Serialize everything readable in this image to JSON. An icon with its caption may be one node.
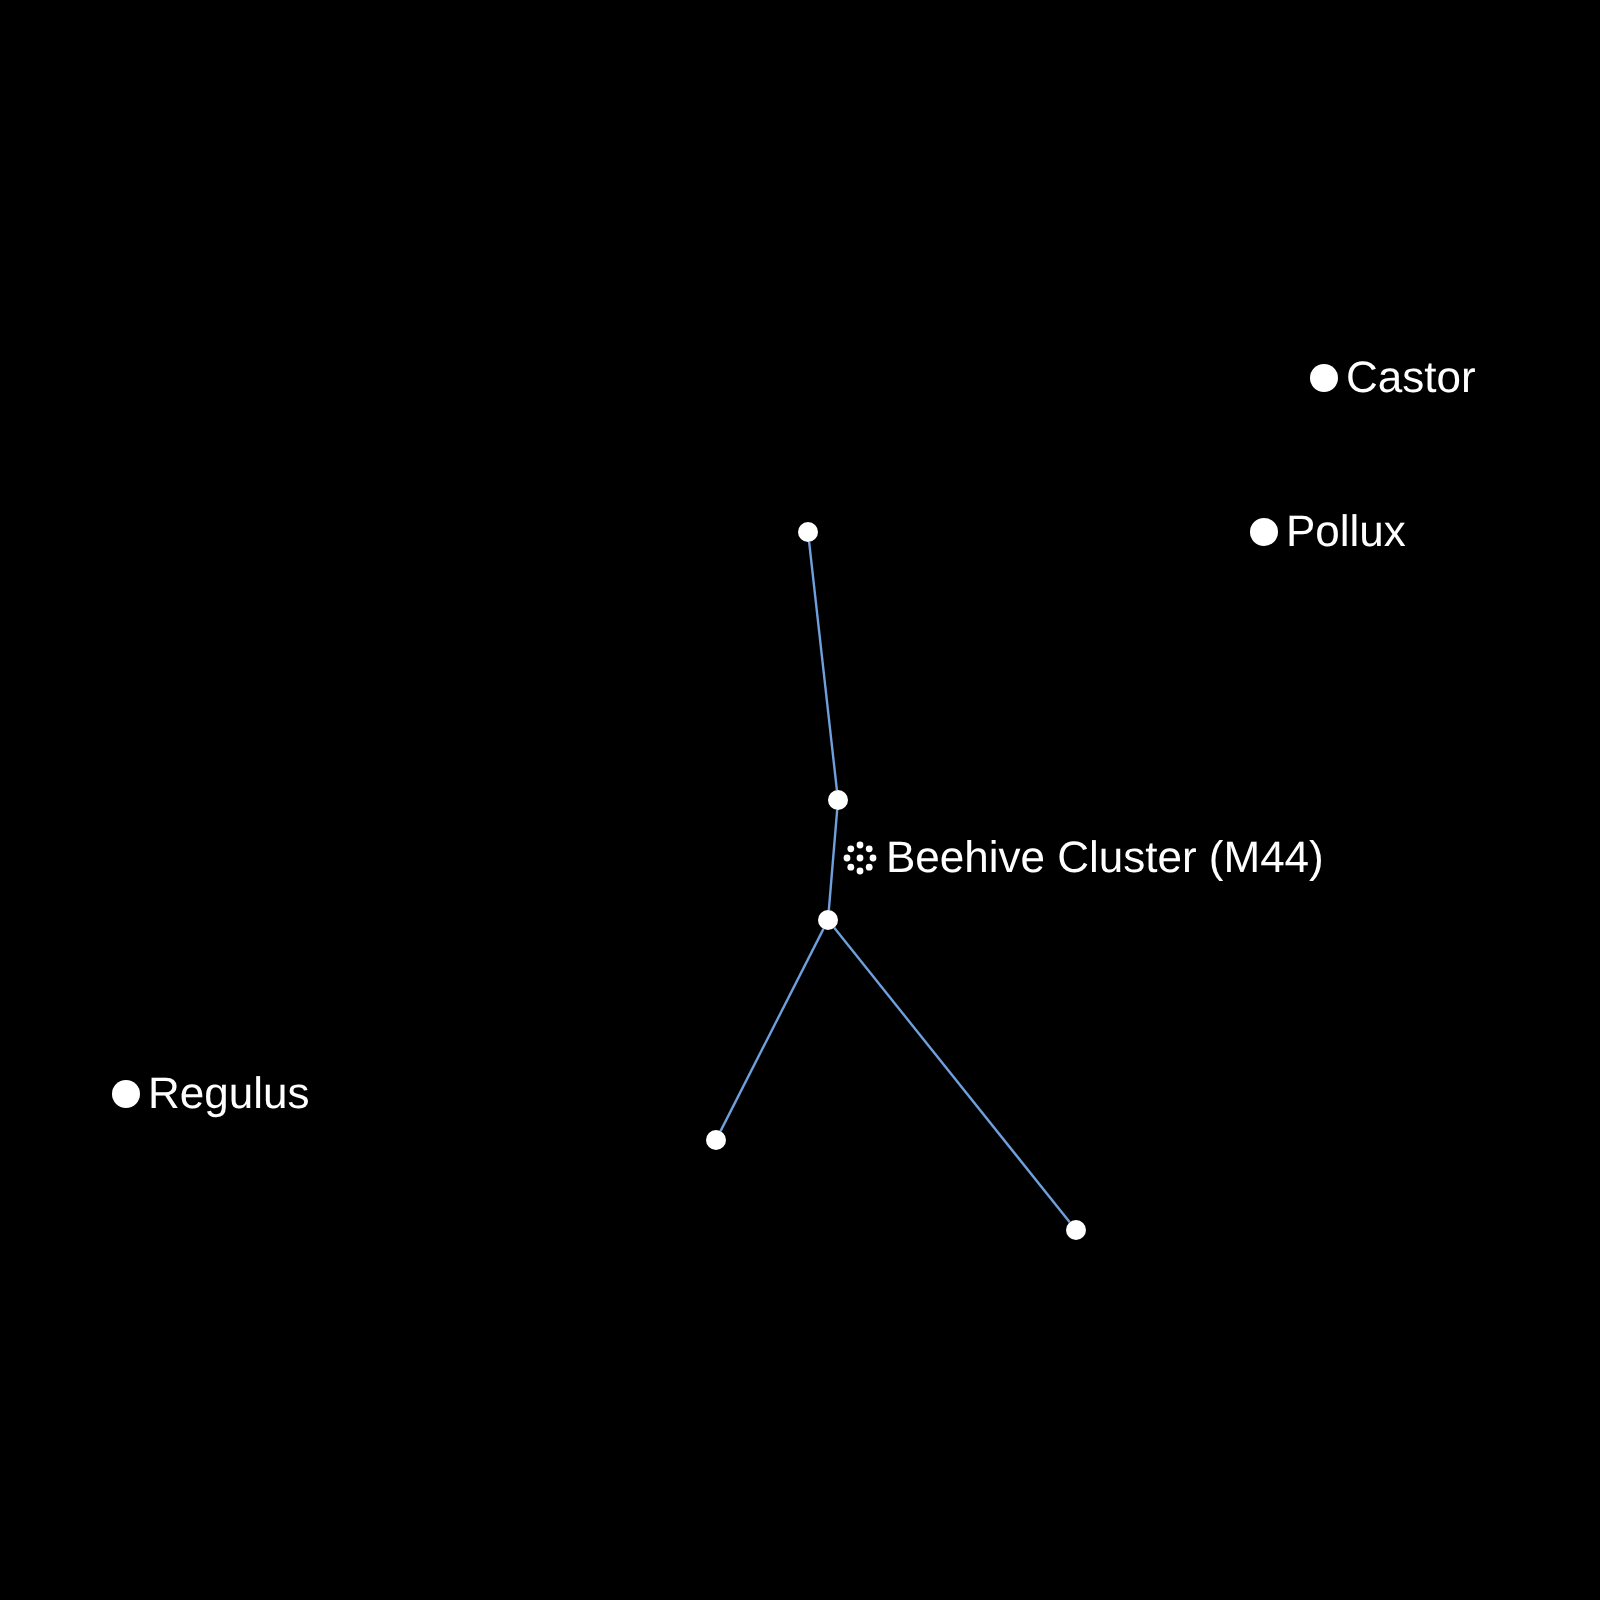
{
  "diagram": {
    "nodes": [
      {
        "text": [
          "Castor"
        ]
      },
      {
        "text": [
          "Pollux"
        ]
      },
      {
        "text": [],
        "shape": "circle"
      },
      {
        "text": [],
        "shape": "circle"
      },
      {
        "text": [
          "Beehive Cluster (M44)"
        ]
      },
      {
        "text": [],
        "shape": "circle"
      },
      {
        "text": [
          "Regulus"
        ]
      },
      {
        "text": [],
        "shape": "circle"
      },
      {
        "text": [],
        "shape": "circle"
      }
    ],
    "edges": [
      {
        "from": 2,
        "to": 3,
        "arrow": "none"
      },
      {
        "from": 3,
        "to": 5,
        "arrow": "none"
      },
      {
        "from": 5,
        "to": 7,
        "arrow": "none"
      },
      {
        "from": 5,
        "to": 8,
        "arrow": "none"
      }
    ]
  }
}
